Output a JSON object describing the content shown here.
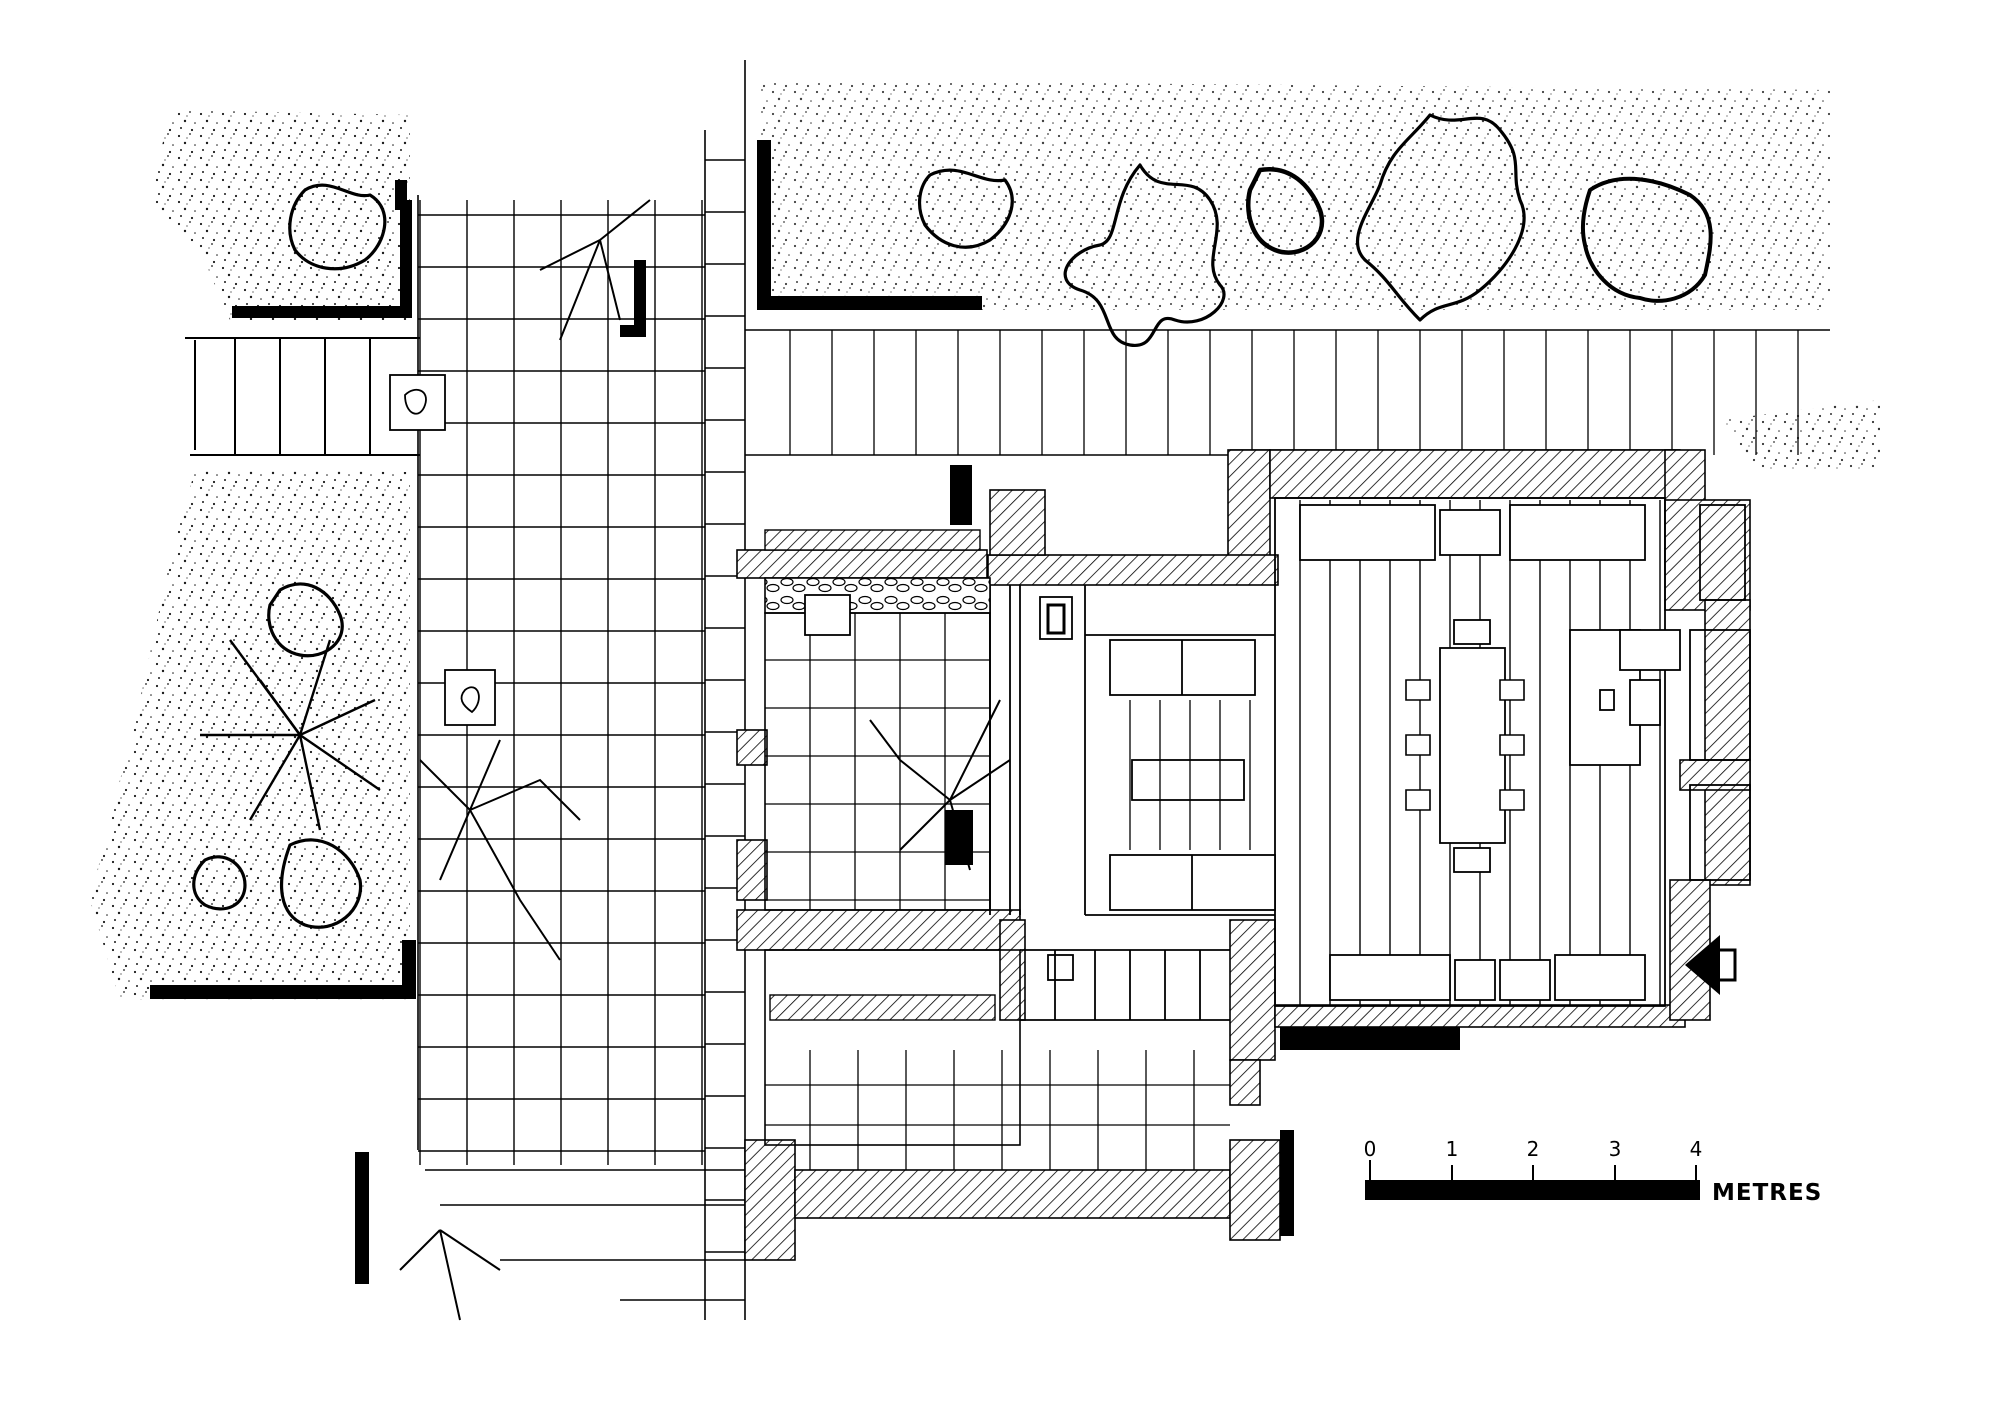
{
  "colors": {
    "ink": "#000000",
    "paper": "#ffffff"
  },
  "scale_bar": {
    "tick_labels": [
      "0",
      "1",
      "2",
      "3",
      "4"
    ],
    "unit_label": "METRES"
  },
  "entrance_arrow": {
    "icon": "entrance-arrow-icon"
  }
}
